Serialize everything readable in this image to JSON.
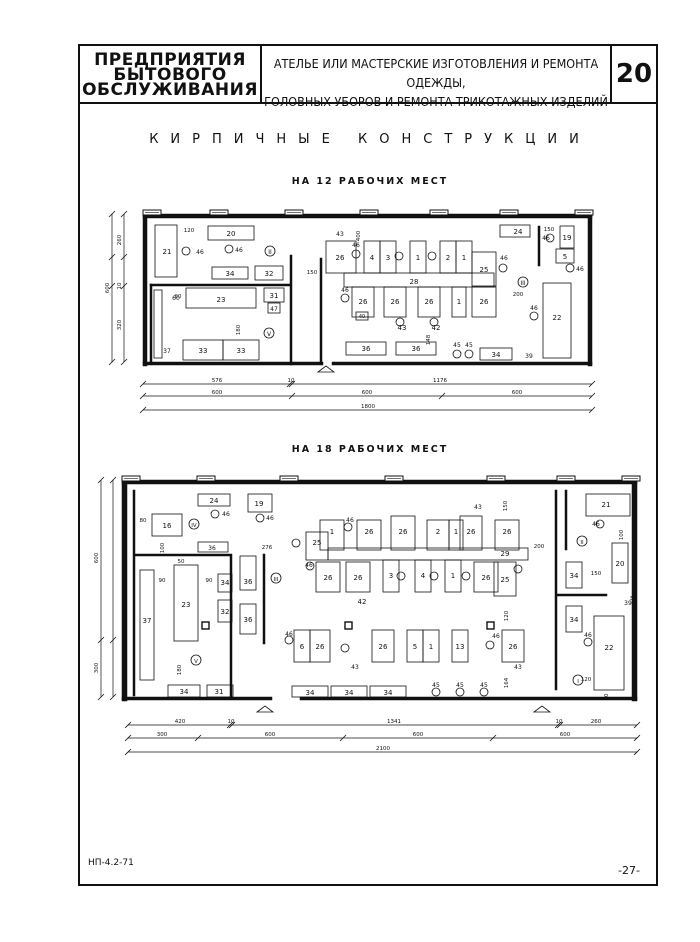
{
  "header": {
    "left_lines": [
      "ПРЕДПРИЯТИЯ",
      "БЫТОВОГО",
      "ОБСЛУЖИВАНИЯ"
    ],
    "middle_lines": [
      "АТЕЛЬЕ ИЛИ МАСТЕРСКИЕ ИЗГОТОВЛЕНИЯ И РЕМОНТА ОДЕЖДЫ,",
      "ГОЛОВНЫХ УБОРОВ И РЕМОНТА ТРИКОТАЖНЫХ ИЗДЕЛИЙ"
    ],
    "sheet_number": "20"
  },
  "section_title": "КИРПИЧНЫЕ КОНСТРУКЦИИ",
  "plan1": {
    "title": "НА 12 РАБОЧИХ МЕСТ",
    "room_labels": [
      "II",
      "V",
      "III"
    ],
    "left_dims": [
      "260",
      "10",
      "320",
      "600"
    ],
    "inner_dims": [
      "120",
      "60",
      "400",
      "150",
      "150",
      "200",
      "148",
      "180"
    ],
    "bottom_dims_row1": [
      "576",
      "10",
      "1176"
    ],
    "bottom_dims_row2": [
      "600",
      "600",
      "600"
    ],
    "total": "1800",
    "item_numbers": [
      "20",
      "21",
      "46",
      "46",
      "34",
      "32",
      "23",
      "31",
      "47",
      "60",
      "37",
      "33",
      "33",
      "43",
      "26",
      "46",
      "4",
      "3",
      "1",
      "2",
      "1",
      "28",
      "25",
      "46",
      "26",
      "26",
      "26",
      "1",
      "26",
      "46",
      "43",
      "42",
      "40",
      "36",
      "36",
      "45",
      "45",
      "34",
      "39",
      "24",
      "46",
      "19",
      "5",
      "46",
      "22",
      "46"
    ]
  },
  "plan2": {
    "title": "НА 18 РАБОЧИХ МЕСТ",
    "room_labels": [
      "IV",
      "III",
      "V",
      "II",
      "I"
    ],
    "left_dims": [
      "600",
      "300"
    ],
    "inner_dims": [
      "80",
      "100",
      "276",
      "90",
      "90",
      "50",
      "180",
      "120",
      "164",
      "200",
      "150",
      "100",
      "120",
      "50",
      "30",
      "150"
    ],
    "bottom_dims_row1": [
      "420",
      "10",
      "1341",
      "10",
      "260"
    ],
    "bottom_dims_row2": [
      "300",
      "600",
      "600",
      "600"
    ],
    "total": "2100",
    "item_numbers": [
      "24",
      "46",
      "19",
      "46",
      "16",
      "36",
      "36",
      "36",
      "23",
      "34",
      "32",
      "37",
      "34",
      "31",
      "1",
      "46",
      "26",
      "26",
      "2",
      "1",
      "26",
      "26",
      "43",
      "25",
      "29",
      "46",
      "26",
      "26",
      "3",
      "4",
      "1",
      "26",
      "25",
      "42",
      "46",
      "6",
      "26",
      "26",
      "5",
      "1",
      "13",
      "46",
      "26",
      "43",
      "43",
      "34",
      "34",
      "34",
      "45",
      "45",
      "45",
      "21",
      "46",
      "20",
      "34",
      "34",
      "22",
      "46",
      "39"
    ]
  },
  "footer": {
    "code": "НП-4.2-71",
    "page": "-27-"
  }
}
